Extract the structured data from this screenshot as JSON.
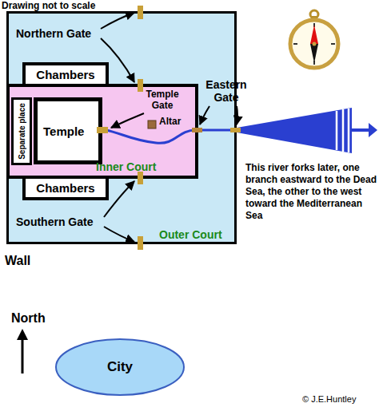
{
  "diagram": {
    "nodes": [
      {
        "text": [
          "Outer Court"
        ]
      },
      {
        "text": [
          "Chambers"
        ],
        "in": 0
      },
      {
        "text": [
          "Inner Court"
        ],
        "in": 0
      },
      {
        "text": [
          "Separate place"
        ],
        "in": 2
      },
      {
        "text": [
          "Temple"
        ],
        "in": 2
      },
      {
        "text": [
          "Chambers"
        ],
        "in": 0
      },
      {
        "text": [
          "City"
        ]
      }
    ],
    "labels": [
      "Drawing not to scale",
      "Northern Gate",
      "Eastern Gate",
      "Temple Gate",
      "Altar",
      "This river forks later, one branch eastward to the Dead Sea, the other to the west toward the Mediterranean Sea",
      "Southern Gate",
      "Wall",
      "North",
      "© J.E.Huntley"
    ]
  }
}
